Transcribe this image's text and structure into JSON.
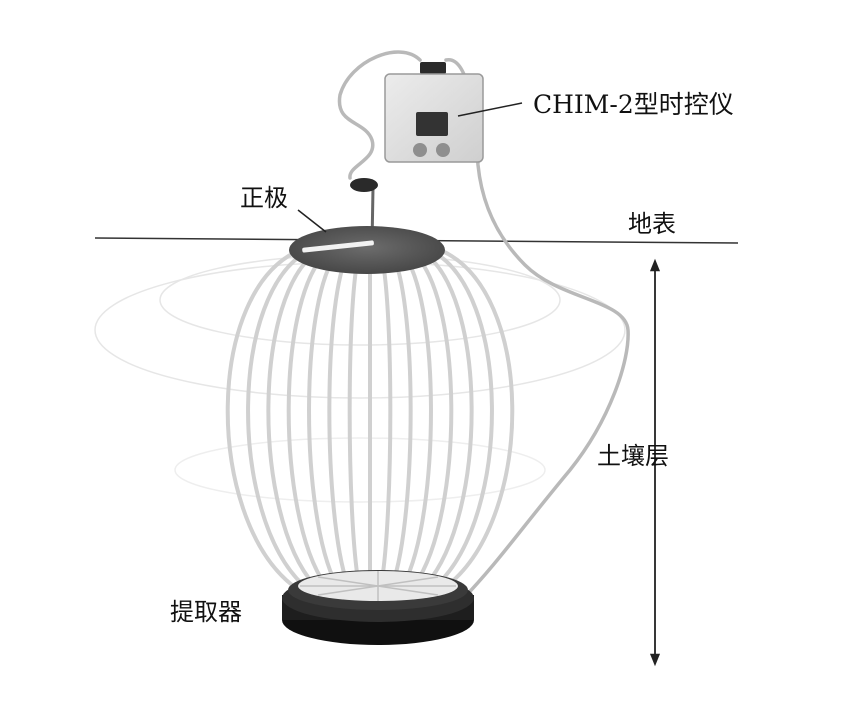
{
  "labels": {
    "device": "CHIM-2型时控仪",
    "anode": "正极",
    "surface": "地表",
    "soil": "土壤层",
    "extractor": "提取器"
  },
  "colors": {
    "electrode_line": "#d2d2d2",
    "anode_plate": "#5a5a5a",
    "extractor_ring": "#1c1c1c",
    "device_body": "#dcdcdc",
    "lcd": "#3a3a3a",
    "wire": "#bdbdbd",
    "text": "#111111"
  },
  "icons": {
    "device": "timer-controller-box",
    "anode": "disk-plate",
    "extractor": "ring-collector",
    "arrow": "double-arrow"
  }
}
